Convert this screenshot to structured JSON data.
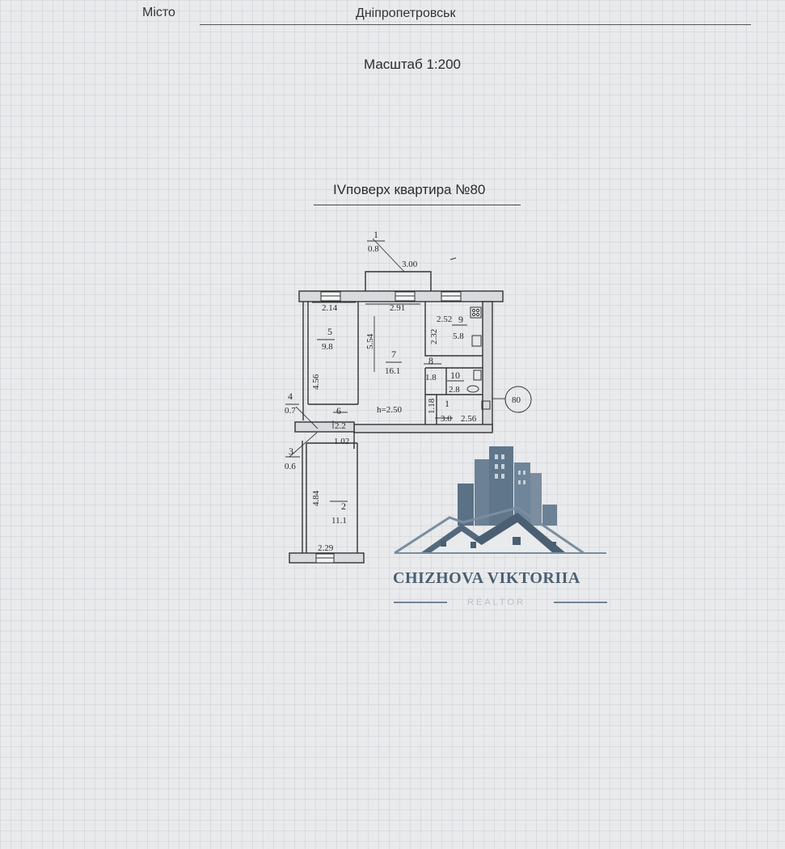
{
  "header": {
    "city_label": "Місто",
    "city_value": "Дніпропетровськ",
    "scale": "Масштаб 1:200",
    "floor_title": "IVповерх квартира №80"
  },
  "plan": {
    "rooms": [
      {
        "number": "1",
        "area": "0.8"
      },
      {
        "number": "5",
        "area": "9.8"
      },
      {
        "number": "7",
        "area": "16.1"
      },
      {
        "number": "9",
        "area": "5.8"
      },
      {
        "number": "8",
        "area": "1.8"
      },
      {
        "number": "10",
        "area": "2.8"
      },
      {
        "number": "4",
        "area": "0.7"
      },
      {
        "number": "6",
        "area": "2.2"
      },
      {
        "number": "1",
        "area": "3.0"
      },
      {
        "number": "3",
        "area": "0.6"
      },
      {
        "number": "2",
        "area": "11.1"
      }
    ],
    "dimensions": {
      "balcony_width": "3.00",
      "room5_width": "2.14",
      "room7_width": "2.91",
      "kitchen_width": "2.52",
      "kitchen_depth": "2.32",
      "room5_depth": "4.56",
      "room7_depth": "5.54",
      "bath_depth": "1.18",
      "bath_width": "2.56",
      "corridor_width": "1.02",
      "room2_depth": "4.84",
      "room2_width": "2.29"
    },
    "ceiling_height": "h=2.50",
    "apartment_tag": "80"
  },
  "watermark": {
    "name": "CHIZHOVA VIKTORIIA",
    "tagline": "REALTOR",
    "colors": {
      "primary": "#4b5f72",
      "secondary": "#7b8d9e",
      "light": "#b9c0c8"
    }
  }
}
